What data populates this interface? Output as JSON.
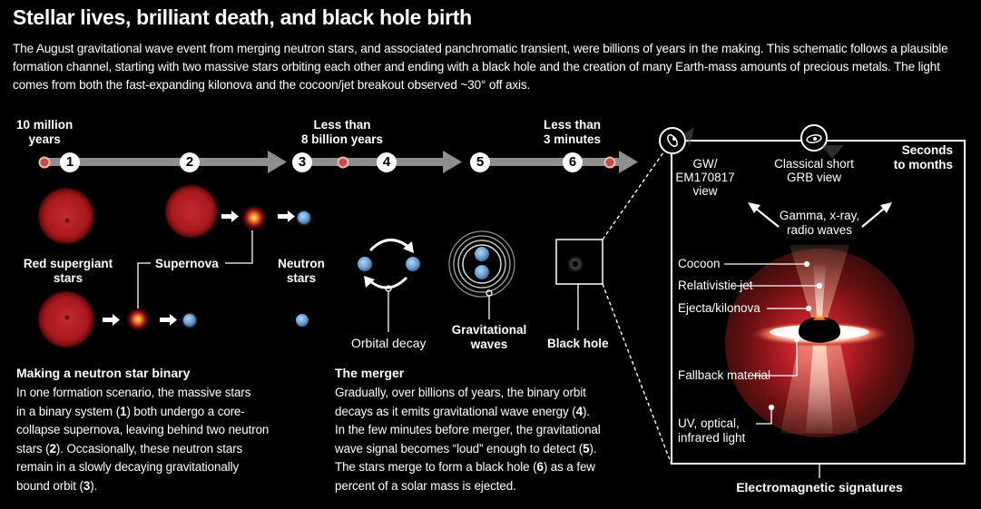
{
  "title": "Stellar lives, brilliant death, and black hole birth",
  "intro": "The August gravitational wave event from merging neutron stars, and associated panchromatic transient, were billions of years in the making. This schematic follows a plausible formation channel, starting with two massive stars orbiting each other and ending with a black hole and the creation of many Earth-mass amounts of precious metals. The light comes from both the fast-expanding kilonova and the cocoon/jet breakout observed ~30° off axis.",
  "timeline": {
    "milestones": [
      {
        "line1": "10 million",
        "line2": "years"
      },
      {
        "line1": "Less than",
        "line2": "8 billion years"
      },
      {
        "line1": "Less than",
        "line2": "3 minutes"
      },
      {
        "line1": "Seconds",
        "line2": "to months"
      }
    ],
    "steps": [
      "1",
      "2",
      "3",
      "4",
      "5",
      "6"
    ]
  },
  "stage_labels": {
    "red_supergiant": {
      "line1": "Red supergiant",
      "line2": "stars"
    },
    "supernova": "Supernova",
    "neutron_stars": {
      "line1": "Neutron",
      "line2": "stars"
    },
    "orbital_decay": "Orbital decay",
    "gravitational_waves": {
      "line1": "Gravitational",
      "line2": "waves"
    },
    "black_hole": "Black hole"
  },
  "em_panel": {
    "gw_view": {
      "line1": "GW/",
      "line2": "EM170817",
      "line3": "view"
    },
    "grb_view": {
      "line1": "Classical short",
      "line2": "GRB view"
    },
    "radiation": {
      "line1": "Gamma, x-ray,",
      "line2": "radio waves"
    },
    "cocoon": "Cocoon",
    "jet": "Relativistic jet",
    "ejecta": "Ejecta/kilonova",
    "fallback": "Fallback material",
    "uv": {
      "line1": "UV, optical,",
      "line2": "infrared light"
    },
    "caption": "Electromagnetic signatures"
  },
  "sections": {
    "binary": {
      "heading": "Making a neutron star binary",
      "body_html": "In one formation scenario, the massive stars<br>in a binary system (<b>1</b>) both undergo a core-<br>collapse supernova, leaving behind two neutron<br>stars (<b>2</b>). Occasionally, these neutron stars<br>remain in a slowly decaying gravitationally<br>bound orbit (<b>3</b>)."
    },
    "merger": {
      "heading": "The merger",
      "body_html": "Gradually, over billions of years, the binary orbit<br>decays as it emits gravitational wave energy (<b>4</b>).<br>In the few minutes before merger, the gravitational<br>wave signal becomes “loud” enough to detect (<b>5</b>).<br>The stars merge to form a black hole (<b>6</b>) as a few<br>percent of a solar mass is ejected."
    }
  },
  "colors": {
    "background": "#000000",
    "arrow": "#9a9a9a",
    "supergiant": "#b21f24",
    "neutron_star": "#7fb2df",
    "marker": "#c2504a"
  }
}
